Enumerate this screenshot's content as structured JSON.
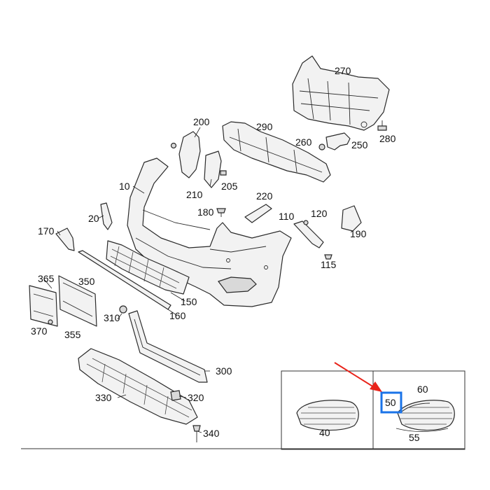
{
  "labels": {
    "p10": "10",
    "p20": "20",
    "p40": "40",
    "p50": "50",
    "p55": "55",
    "p60": "60",
    "p110": "110",
    "p115": "115",
    "p120": "120",
    "p150": "150",
    "p160": "160",
    "p170": "170",
    "p180": "180",
    "p190": "190",
    "p200": "200",
    "p205": "205",
    "p210": "210",
    "p220": "220",
    "p250": "250",
    "p260": "260",
    "p270": "270",
    "p280": "280",
    "p290": "290",
    "p300": "300",
    "p310": "310",
    "p320": "320",
    "p330": "330",
    "p340": "340",
    "p350": "350",
    "p355": "355",
    "p365": "365",
    "p370": "370"
  },
  "highlight": {
    "part": "50",
    "color": "#1a73e8"
  },
  "arrow": {
    "color": "#e8231a",
    "target": "50"
  }
}
